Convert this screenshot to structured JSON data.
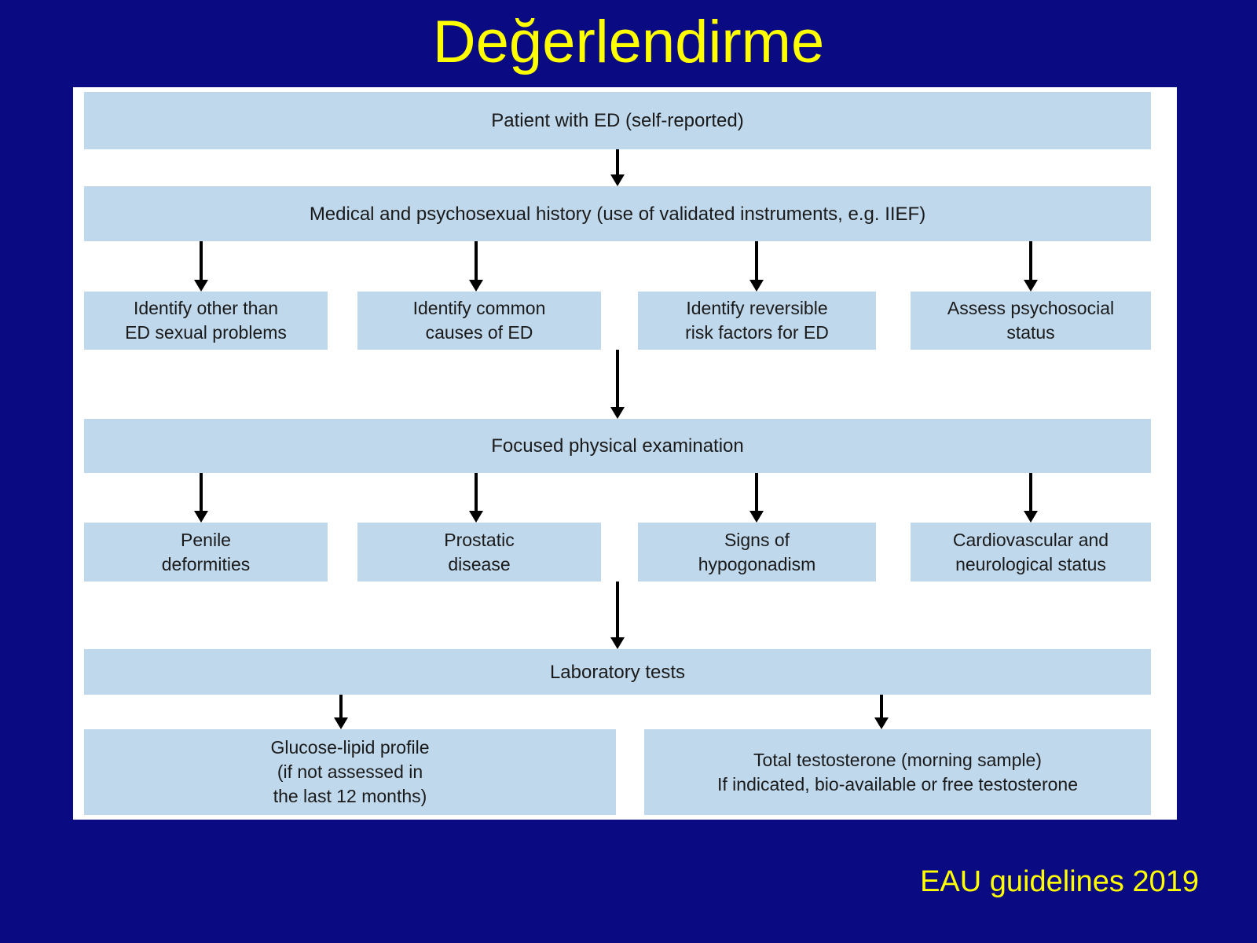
{
  "slide": {
    "title": "Değerlendirme",
    "title_color": "#FFFF00",
    "background_color": "#0A0A82",
    "source_credit": "EAU guidelines 2019"
  },
  "figure": {
    "canvas_color": "#FFFFFF",
    "node_color": "#BFD8EC",
    "arrow_color": "#000000",
    "nodes": {
      "patient_with_ed": "Patient with ED (self-reported)",
      "medical_history": "Medical and psychosexual history (use of validated instruments, e.g. IIEF)",
      "identify_other_sexual_problems_l1": "Identify other than",
      "identify_other_sexual_problems_l2": "ED sexual problems",
      "identify_common_causes_l1": "Identify common",
      "identify_common_causes_l2": "causes of ED",
      "identify_risk_factors_l1": "Identify reversible",
      "identify_risk_factors_l2": "risk factors for ED",
      "assess_psychosocial_l1": "Assess psychosocial",
      "assess_psychosocial_l2": "status",
      "focused_physical_examination": "Focused physical examination",
      "penile_deformities_l1": "Penile",
      "penile_deformities_l2": "deformities",
      "prostatic_disease_l1": "Prostatic",
      "prostatic_disease_l2": "disease",
      "signs_hypogonadism_l1": "Signs of",
      "signs_hypogonadism_l2": "hypogonadism",
      "cardiovascular_neurological_l1": "Cardiovascular and",
      "cardiovascular_neurological_l2": "neurological status",
      "laboratory_tests": "Laboratory tests",
      "glucose_lipid_l1": "Glucose-lipid profile",
      "glucose_lipid_l2": "(if not assessed in",
      "glucose_lipid_l3": "the last 12 months)",
      "testosterone_l1": "Total testosterone (morning sample)",
      "testosterone_l2": "If indicated, bio-available or free testosterone"
    }
  }
}
